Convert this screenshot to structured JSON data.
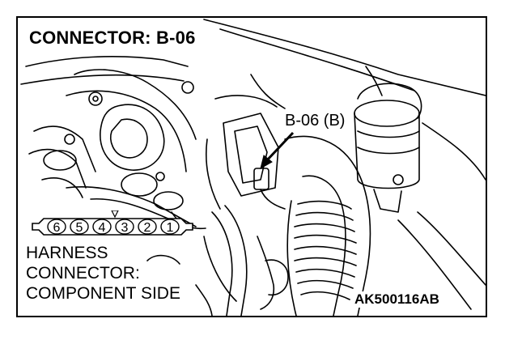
{
  "title": "CONNECTOR: B-06",
  "callout_label": "B-06 (B)",
  "harness_lines": [
    "HARNESS",
    "CONNECTOR:",
    "COMPONENT SIDE"
  ],
  "pins": [
    "6",
    "5",
    "4",
    "3",
    "2",
    "1"
  ],
  "image_code": "AK500116AB"
}
